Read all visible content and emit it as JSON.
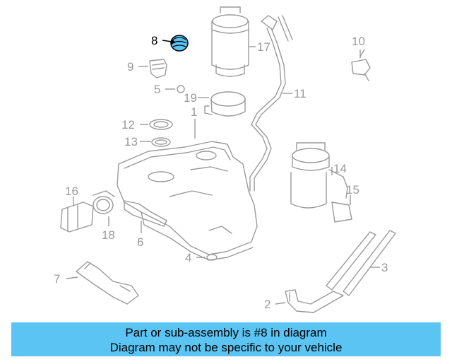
{
  "diagram": {
    "highlight_color": "#5bc4f3",
    "callouts": [
      {
        "id": "c1",
        "text": "1"
      },
      {
        "id": "c2",
        "text": "2"
      },
      {
        "id": "c3",
        "text": "3"
      },
      {
        "id": "c4",
        "text": "4"
      },
      {
        "id": "c5",
        "text": "5"
      },
      {
        "id": "c6",
        "text": "6"
      },
      {
        "id": "c7",
        "text": "7"
      },
      {
        "id": "c8",
        "text": "8"
      },
      {
        "id": "c9",
        "text": "9"
      },
      {
        "id": "c10",
        "text": "10"
      },
      {
        "id": "c11",
        "text": "11"
      },
      {
        "id": "c12",
        "text": "12"
      },
      {
        "id": "c13",
        "text": "13"
      },
      {
        "id": "c14",
        "text": "14"
      },
      {
        "id": "c15",
        "text": "15"
      },
      {
        "id": "c16",
        "text": "16"
      },
      {
        "id": "c17",
        "text": "17"
      },
      {
        "id": "c18",
        "text": "18"
      },
      {
        "id": "c19",
        "text": "19"
      }
    ],
    "highlighted_part": "8"
  },
  "banner": {
    "line1": "Part or sub-assembly is #8 in diagram",
    "line2": "Diagram may not be specific to your vehicle",
    "background": "#5bc4f3"
  }
}
